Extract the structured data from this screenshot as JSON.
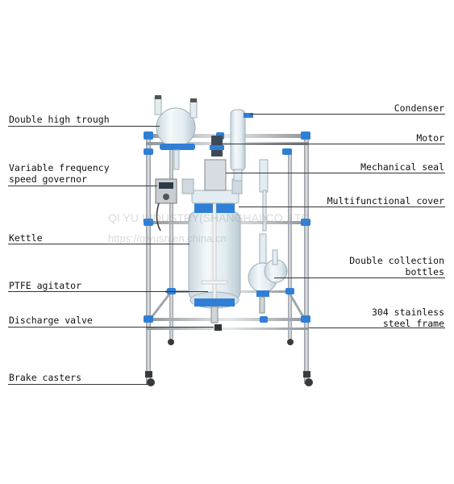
{
  "labels_left": [
    {
      "key": "double_high_trough",
      "text": "Double high trough"
    },
    {
      "key": "variable_frequency",
      "text": "Variable frequency\nspeed governor"
    },
    {
      "key": "kettle",
      "text": "Kettle"
    },
    {
      "key": "ptfe_agitator",
      "text": "PTFE agitator"
    },
    {
      "key": "discharge_valve",
      "text": "Discharge valve"
    },
    {
      "key": "brake_casters",
      "text": "Brake casters"
    }
  ],
  "labels_right": [
    {
      "key": "condenser",
      "text": "Condenser"
    },
    {
      "key": "motor",
      "text": "Motor"
    },
    {
      "key": "mechanical_seal",
      "text": "Mechanical seal"
    },
    {
      "key": "multifunctional_cover",
      "text": "Multifunctional cover"
    },
    {
      "key": "double_collection_bottles",
      "text": "Double collection\nbottles"
    },
    {
      "key": "stainless_frame",
      "text": "304 stainless\nsteel frame"
    }
  ],
  "watermark": {
    "company": "QI YU INDUSTRY(SHANGHAI)CO.,LTD.",
    "url": "https://qiyusn.en.china.cn"
  },
  "colors": {
    "frame_blue": "#2f7fd6",
    "steel": "#b7bcc2",
    "glass": "#dfe9ef",
    "leader": "#333333"
  }
}
